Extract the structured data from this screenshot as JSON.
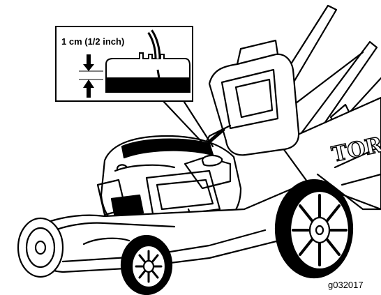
{
  "callout": {
    "label": "1 cm (1/2 inch)"
  },
  "figure_id": "g032017",
  "brand_text": "TORO",
  "colors": {
    "line": "#000000",
    "background": "#ffffff"
  }
}
